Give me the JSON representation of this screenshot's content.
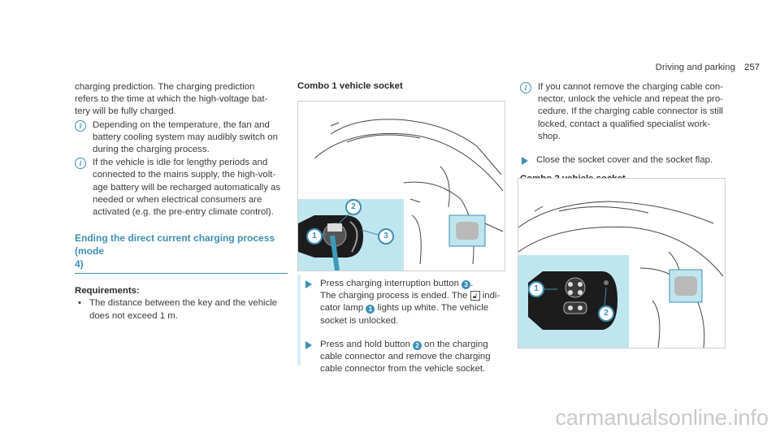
{
  "header": {
    "section": "Driving and parking",
    "page": "257"
  },
  "col1": {
    "intro": [
      "charging prediction. The charging prediction",
      "refers to the time at which the high-voltage bat-",
      "tery will be fully charged."
    ],
    "info1": [
      "Depending on the temperature, the fan and",
      "battery cooling system may audibly switch on",
      "during the charging process."
    ],
    "info2": [
      "If the vehicle is idle for lengthy periods and",
      "connected to the mains supply, the high-volt-",
      "age battery will be recharged automatically as",
      "needed or when electrical consumers are",
      "activated (e.g. the pre-entry climate control)."
    ],
    "section_title": [
      "Ending the direct current charging process (mode",
      "4)"
    ],
    "requirements_label": "Requirements:",
    "requirement": [
      "The distance between the key and the vehicle",
      "does not exceed 1 m."
    ]
  },
  "col2": {
    "figure_title": "Combo 1 vehicle socket",
    "step1": {
      "a": "Press charging interruption button",
      "b3": "3",
      "line2a": "The charging process is ended. The",
      "line2b": "indi-",
      "line3a": "cator lamp",
      "b1": "1",
      "line3b": "lights up white. The vehicle",
      "line4": "socket is unlocked."
    },
    "step2": {
      "a": "Press and hold button",
      "b2": "2",
      "a2": "on the charging",
      "line2": "cable connector and remove the charging",
      "line3": "cable connector from the vehicle socket."
    },
    "callouts": [
      "1",
      "2",
      "3"
    ]
  },
  "col3": {
    "info": [
      "If you cannot remove the charging cable con-",
      "nector, unlock the vehicle and repeat the pro-",
      "cedure. If the charging cable connector is still",
      "locked, contact a qualified specialist work-",
      "shop."
    ],
    "step": "Close the socket cover and the socket flap.",
    "figure_title": "Combo 2 vehicle socket",
    "callouts": [
      "1",
      "2"
    ]
  },
  "watermark": "carmanualsonline.info",
  "colors": {
    "accent": "#3d8fb5",
    "highlight": "#bfe6ee",
    "pale": "#d6eef4"
  }
}
